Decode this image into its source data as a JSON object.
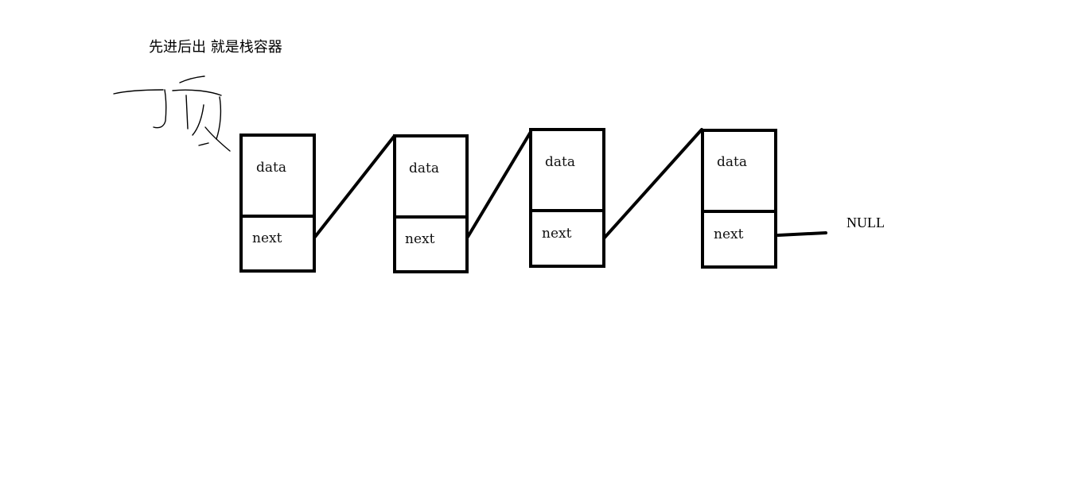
{
  "title": "先进后出 就是栈容器",
  "top_label": "顶",
  "nodes": [
    {
      "data_label": "data",
      "next_label": "next"
    },
    {
      "data_label": "data",
      "next_label": "next"
    },
    {
      "data_label": "data",
      "next_label": "next"
    },
    {
      "data_label": "data",
      "next_label": "next"
    }
  ],
  "null_label": "NULL",
  "colors": {
    "ink": "#000000",
    "background": "#ffffff"
  }
}
